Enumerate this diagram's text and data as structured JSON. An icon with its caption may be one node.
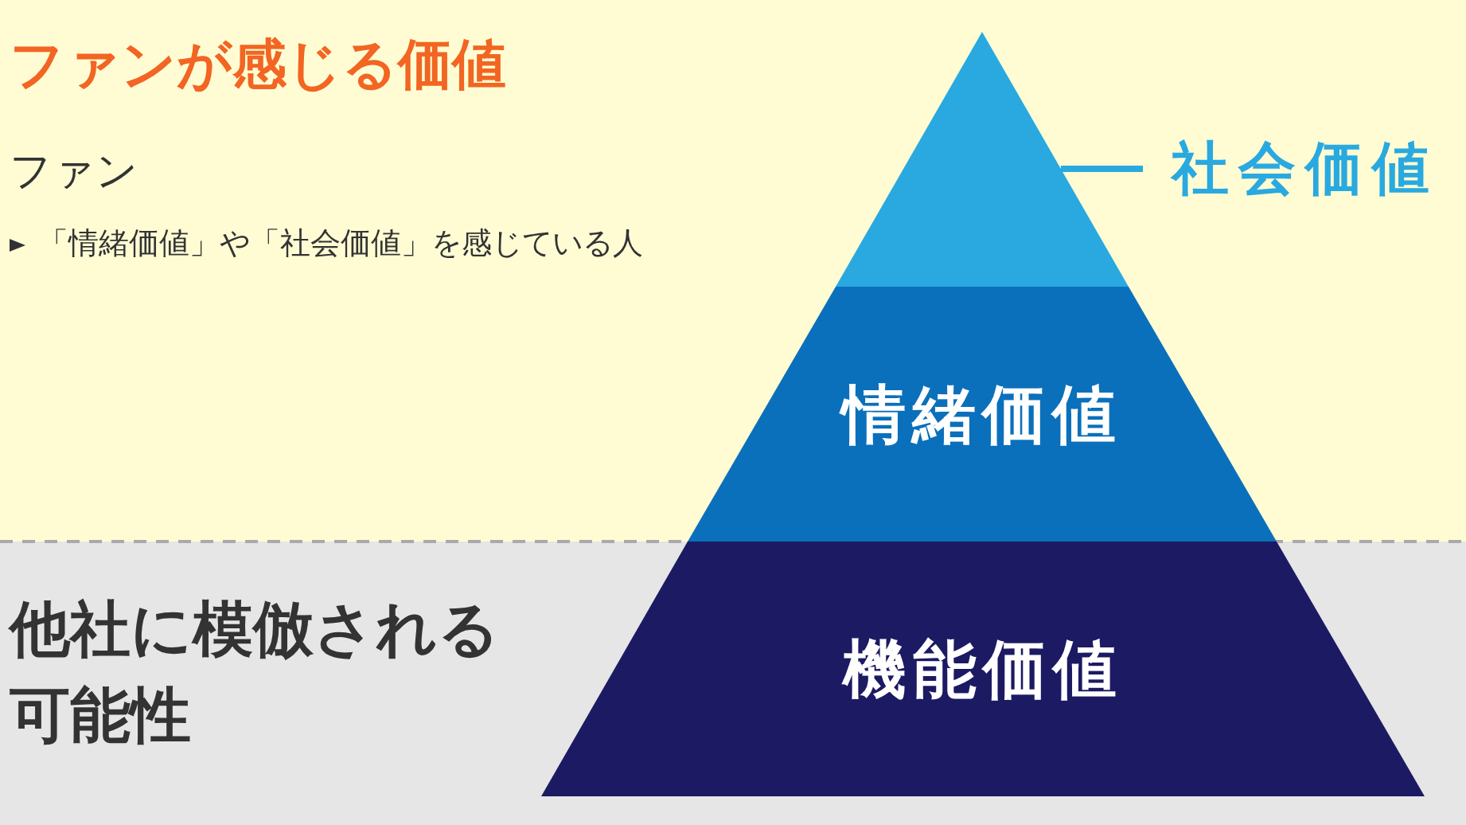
{
  "diagram": {
    "title": "ファンが感じる価値",
    "nodes": [
      {
        "text": [],
        "shape": "triangle"
      },
      {
        "text": [
          "社会価値"
        ]
      },
      {
        "text": [
          "情緒価値"
        ]
      },
      {
        "text": [
          "機能価値"
        ]
      }
    ],
    "edges": [
      {
        "from": 1,
        "to": 0,
        "arrow": "none"
      }
    ],
    "labels": [
      "ファン",
      "「情緒価値」や「社会価値」を感じている人",
      "他社に模倣される可能性"
    ]
  }
}
